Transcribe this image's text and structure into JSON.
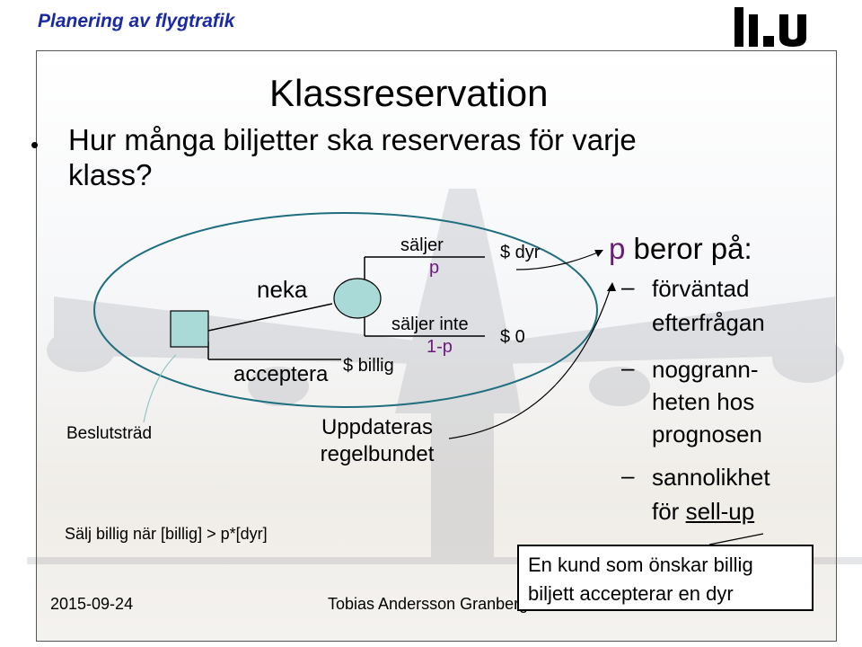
{
  "header": {
    "title": "Planering av flygtrafik",
    "logo_text": "li.U"
  },
  "slide": {
    "title": "Klassreservation",
    "bullet_line1": "Hur många biljetter ska reserveras för varje",
    "bullet_line2": "klass?"
  },
  "tree": {
    "neka": "neka",
    "acceptera": "acceptera",
    "billig": "$ billig",
    "saljer": "säljer",
    "p": "p",
    "saljer_inte": "säljer inte",
    "one_minus_p": "1-p",
    "dyr": "$ dyr",
    "zero": "$ 0",
    "uppdateras": "Uppdateras",
    "regelbundet": "regelbundet",
    "beslutstrad": "Beslutsträd",
    "rule": "Sälj billig när [billig] > p*[dyr]"
  },
  "right": {
    "p": "p",
    "beror_pa": " beror på:",
    "items": [
      {
        "line1": "förväntad",
        "line2": "efterfrågan"
      },
      {
        "line1": "noggrann-",
        "line2": "heten hos",
        "line3": "prognosen"
      },
      {
        "line1": "sannolikhet",
        "line2_prefix": "för ",
        "line2_link": "sell-up"
      }
    ]
  },
  "callout": {
    "line1": "En kund som önskar billig",
    "line2": "biljett accepterar en dyr"
  },
  "footer": {
    "date": "2015-09-24",
    "author": "Tobias Andersson Granberg"
  },
  "colors": {
    "header": "#1a2aa6",
    "node": "#a9dad7",
    "purple": "#6a1b7a"
  }
}
